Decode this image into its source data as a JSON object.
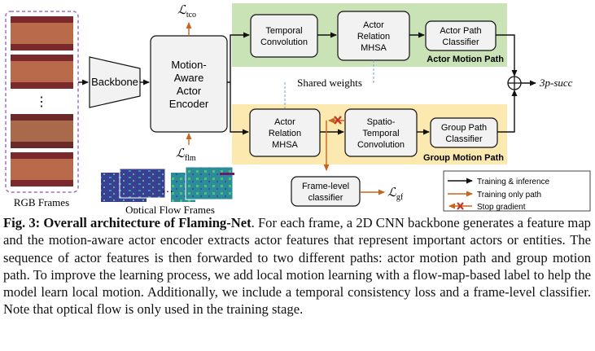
{
  "figure": {
    "rgb_frames_label": "RGB Frames",
    "frames_ellipsis": "⋮",
    "backbone": "Backbone",
    "encoder": [
      "Motion-",
      "Aware",
      "Actor",
      "Encoder"
    ],
    "loss_tco": "ℒ",
    "loss_tco_sub": "tco",
    "loss_flm": "ℒ",
    "loss_flm_sub": "flm",
    "optical_flow_label": "Optical Flow Frames",
    "flow_ellipsis": "…",
    "actor_path": {
      "title": "Actor Motion Path",
      "temporal_conv": [
        "Temporal",
        "Convolution"
      ],
      "mhsa": [
        "Actor",
        "Relation",
        "MHSA"
      ],
      "classifier": [
        "Actor Path",
        "Classifier"
      ]
    },
    "shared_weights": "Shared weights",
    "group_path": {
      "title": "Group Motion Path",
      "mhsa": [
        "Actor",
        "Relation",
        "MHSA"
      ],
      "st_conv": [
        "Spatio-",
        "Temporal",
        "Convolution"
      ],
      "classifier": [
        "Group Path",
        "Classifier"
      ]
    },
    "frame_classifier": [
      "Frame-level",
      "classifier"
    ],
    "loss_gf": "ℒ",
    "loss_gf_sub": "gf",
    "output": "3p-succ",
    "legend": {
      "training_inference": "Training & inference",
      "training_only": "Training only path",
      "stop_gradient": "Stop gradient"
    },
    "colors": {
      "actor_bg": "#c9e3b6",
      "group_bg": "#fbe9b0",
      "orange": "#c8651b",
      "stop_red": "#c0392b",
      "box_fill": "#f2f2f2"
    }
  },
  "caption": {
    "label": "Fig. 3: Overall architecture of Flaming-Net",
    "body": ". For each frame, a 2D CNN backbone generates a feature map and the motion-aware actor encoder extracts actor features that represent important actors or entities. The sequence of actor features is then forwarded to two different paths: actor motion path and group motion path. To improve the learning process, we add local motion learning with a flow-map-based label to help the model learn local motion. Additionally, we include a temporal consistency loss and a frame-level classifier. Note that optical flow is only used in the training stage."
  }
}
